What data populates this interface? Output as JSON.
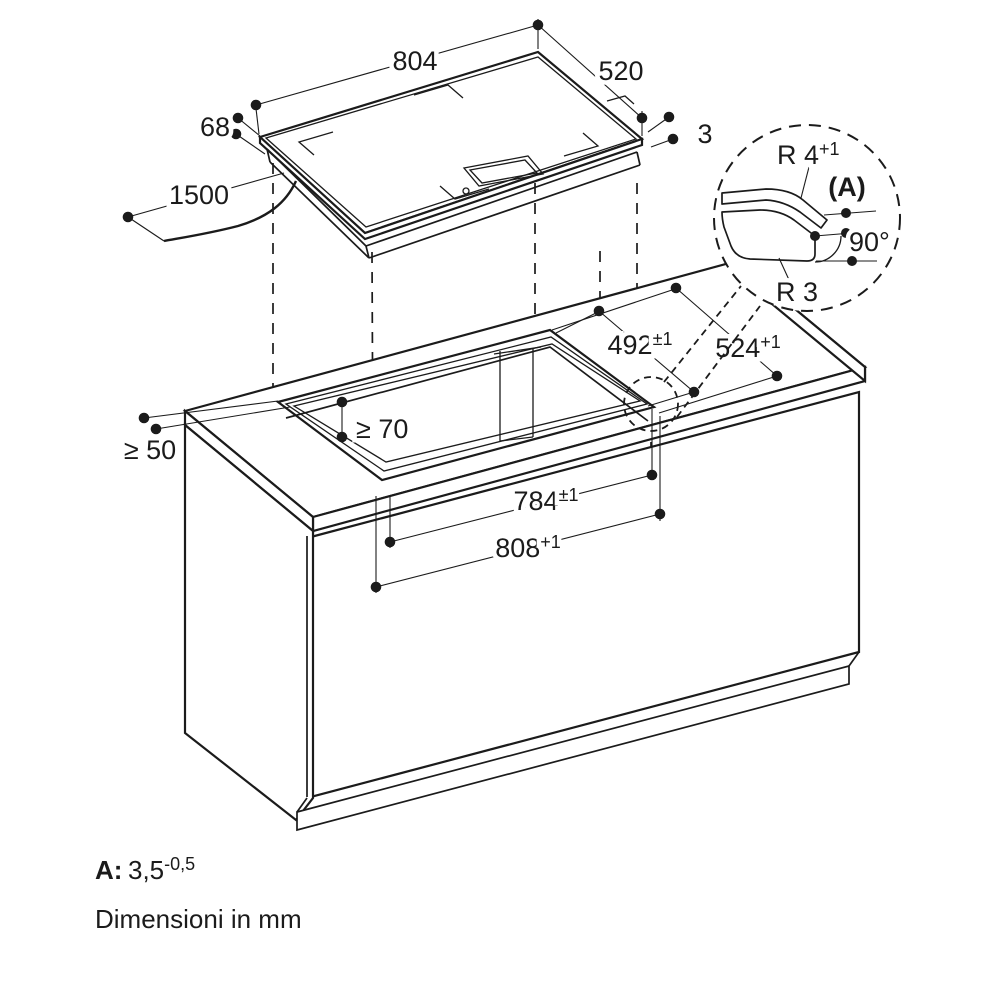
{
  "cooktop": {
    "width": "804",
    "depth": "520",
    "height": "68",
    "thickness": "3",
    "cable_length": "1500"
  },
  "detail": {
    "radius_top": "R 4",
    "radius_top_sup": "+1",
    "ref": "(A)",
    "angle": "90°",
    "radius_bottom": "R 3"
  },
  "cutout": {
    "depth_inner": "492",
    "depth_inner_sup": "±1",
    "depth_outer": "524",
    "depth_outer_sup": "+1",
    "clearance_rear": "≥ 70",
    "clearance_front": "≥ 50",
    "width_inner": "784",
    "width_inner_sup": "±1",
    "width_outer": "808",
    "width_outer_sup": "+1"
  },
  "notes": {
    "a_key": "A:",
    "a_value": "3,5",
    "a_sup": "-0,5",
    "units": "Dimensioni in mm"
  }
}
